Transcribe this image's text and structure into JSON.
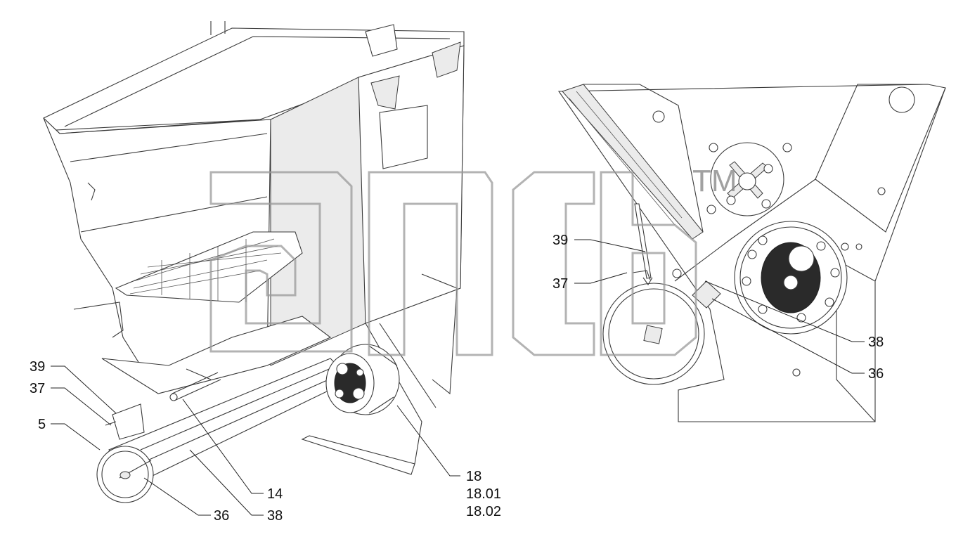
{
  "left_view": {
    "callouts": {
      "c39": "39",
      "c37": "37",
      "c5": "5",
      "c14": "14",
      "c36": "36",
      "c38": "38",
      "c18": "18",
      "c1801": "18.01",
      "c1802": "18.02"
    }
  },
  "right_view": {
    "callouts": {
      "c39": "39",
      "c37": "37",
      "c38": "38",
      "c36": "36"
    }
  },
  "watermark": {
    "trademark": "TM"
  }
}
